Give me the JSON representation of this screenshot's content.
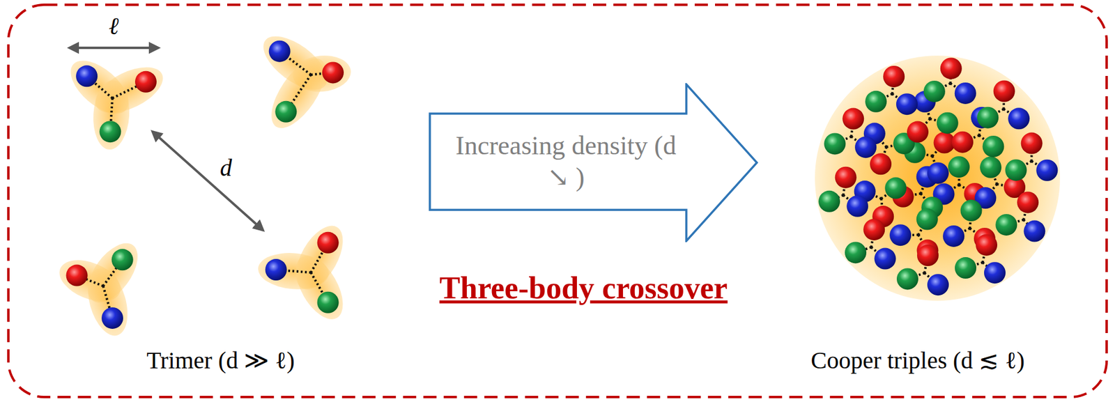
{
  "diagram": {
    "nodes": [
      {
        "text": [
          "Increasing density (d ↘ )"
        ]
      }
    ],
    "labels": [
      "ℓ",
      "d",
      "Trimer (d ≫ ℓ)",
      "Three-body crossover",
      "Cooper triples (d ≲ ℓ)"
    ]
  }
}
